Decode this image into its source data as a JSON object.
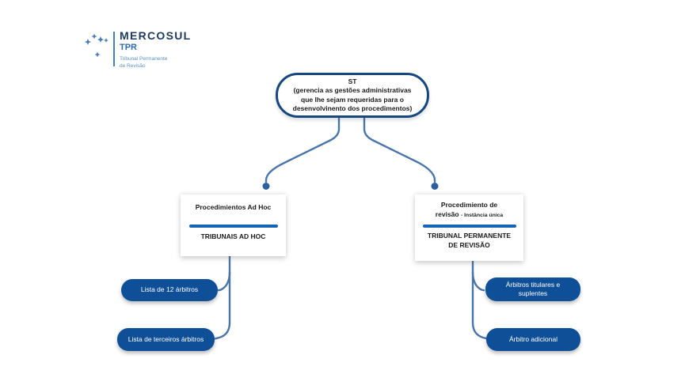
{
  "logo": {
    "brand": "MERCOSUL",
    "acronym": "TPR",
    "tagline_line1": "Tribunal Permanente",
    "tagline_line2": "de Revisão",
    "stars_icon": "southern-cross-stars"
  },
  "root": {
    "title": "ST",
    "description_lines": [
      "(gerencia as gestões administrativas",
      "que lhe sejam requeridas para o",
      "desenvolvinento dos procedimentos)"
    ]
  },
  "branches": {
    "ad_hoc": {
      "title": "Procedimientos Ad Hoc",
      "subtitle": "TRIBUNAIS AD HOC",
      "children": [
        {
          "label": "Lista de 12 árbitros"
        },
        {
          "label": "Lista de terceiros árbitros"
        }
      ]
    },
    "revision": {
      "title_line1": "Procedimiento de",
      "title_main": "revisão",
      "title_note": "- Instância única",
      "subtitle_line1": "TRIBUNAL PERMANENTE",
      "subtitle_line2": "DE REVISÃO",
      "children": [
        {
          "label": "Árbitros titulares e suplentes"
        },
        {
          "label": "Árbitro adicional"
        }
      ]
    }
  },
  "colors": {
    "pill_blue": "#0e4f97",
    "root_border_navy": "#16477e",
    "divider_blue": "#1565b4",
    "connector_blue": "#4a75a9",
    "dot_blue": "#2c5f9c",
    "brand_navy": "#1c3a5e",
    "acronym_blue": "#2f6da8",
    "tagline_blue": "#5e92c2"
  }
}
